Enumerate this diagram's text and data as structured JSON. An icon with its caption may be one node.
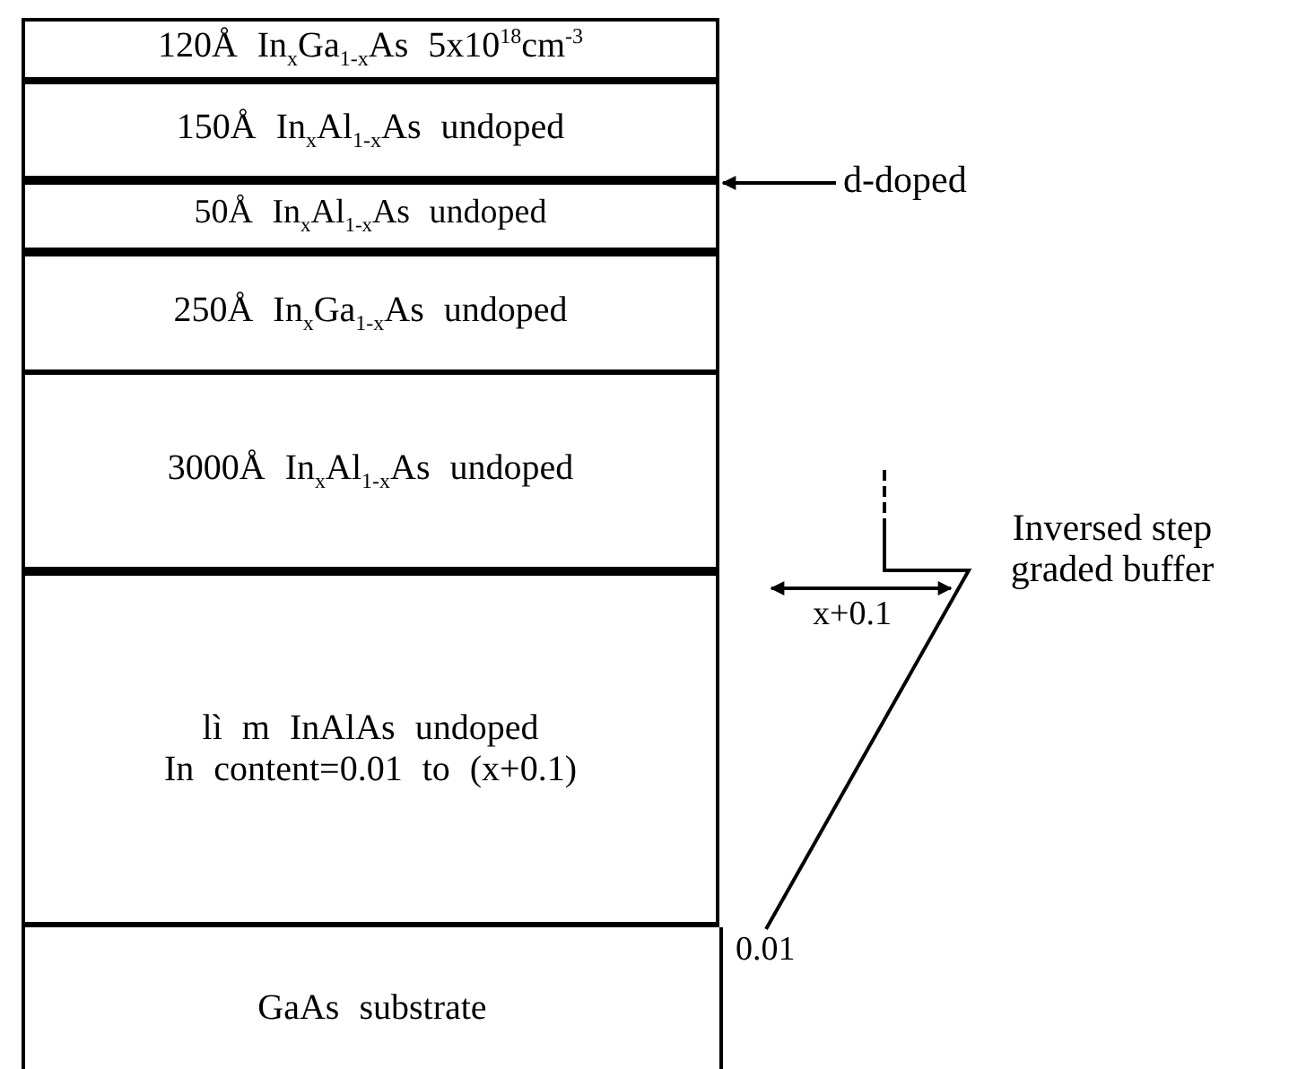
{
  "diagram": {
    "nodes": [
      {
        "text": [
          "120Å In$_{x}$Ga$_{1-x}$As 5x10$^{18}$cm$^{-3}$"
        ]
      },
      {
        "text": [
          "150Å In$_{x}$Al$_{1-x}$As undoped"
        ]
      },
      {
        "text": [
          "50Å In$_{x}$Al$_{1-x}$As undoped"
        ]
      },
      {
        "text": [
          "250Å In$_{x}$Ga$_{1-x}$As undoped"
        ]
      },
      {
        "text": [
          "3000Å In$_{x}$Al$_{1-x}$As undoped"
        ]
      },
      {
        "text": [
          "lì m InAlAs undoped",
          "In content=0.01 to (x+0.1)"
        ]
      },
      {
        "text": [
          "GaAs substrate"
        ]
      },
      {
        "text": [
          "d-doped"
        ]
      }
    ],
    "edges": [
      {
        "from": 7,
        "to": 2,
        "arrow": "to"
      }
    ],
    "labels": [
      "Inversed step graded buffer",
      "x+0.1",
      "0.01"
    ]
  }
}
